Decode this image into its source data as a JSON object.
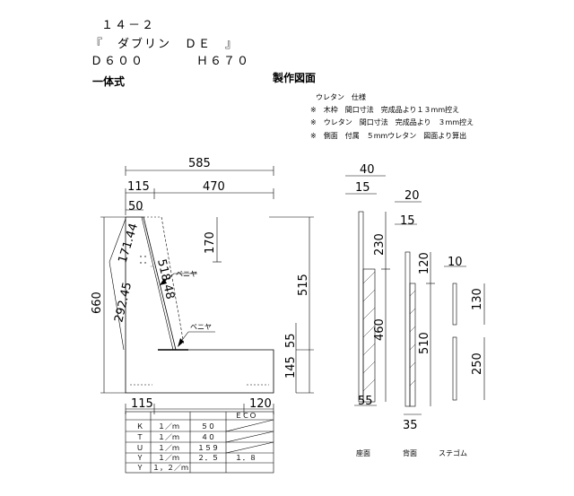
{
  "header": {
    "code": "１４－２",
    "name": "『　ダブリン　ＤＥ　』",
    "size_d": "Ｄ６００",
    "size_h": "Ｈ６７０",
    "type": "一体式"
  },
  "drawing_title": "製作図面",
  "notes": {
    "heading": "ウレタン　仕様",
    "lines": [
      "※　木枠　間口寸法　完成品より１３mm控え",
      "※　ウレタン　間口寸法　完成品より　３mm控え",
      "※　側面　付属　５mmウレタン　図面より算出"
    ]
  },
  "dims": {
    "total_width": "585",
    "top_left": "115",
    "top_right": "470",
    "top_50": "50",
    "d_170": "170",
    "d_171_44": "171.44",
    "d_292_45": "292.45",
    "d_518_48": "518.48",
    "d_660": "660",
    "d_515": "515",
    "d_55": "55",
    "d_145": "145",
    "bottom_115": "115",
    "bottom_120": "120",
    "p_40": "40",
    "p_15a": "15",
    "p_20": "20",
    "p_15b": "15",
    "p_230": "230",
    "p_460": "460",
    "p_55": "55",
    "p_120": "120",
    "p_510": "510",
    "p_35": "35",
    "p_10": "10",
    "p_130": "130",
    "p_250": "250"
  },
  "callouts": {
    "veneer_1": "ベニヤ",
    "veneer_2": "ベニヤ"
  },
  "part_labels": {
    "seat": "座面",
    "back": "背面",
    "stem": "ステゴム"
  },
  "table": {
    "eco_header": "ＥＣＯ",
    "rows": [
      {
        "c1": "Ｋ",
        "c2": "１／ｍ",
        "c3": "５０",
        "c4": ""
      },
      {
        "c1": "Ｔ",
        "c2": "１／ｍ",
        "c3": "４０",
        "c4": ""
      },
      {
        "c1": "Ｕ",
        "c2": "１／ｍ",
        "c3": "１５９",
        "c4": ""
      },
      {
        "c1": "Ｙ",
        "c2": "１／ｍ",
        "c3": "２．５",
        "c4": "１．８"
      },
      {
        "c1": "Ｙ",
        "c2": "１，２／ｍ",
        "c3": "",
        "c4": ""
      }
    ]
  }
}
